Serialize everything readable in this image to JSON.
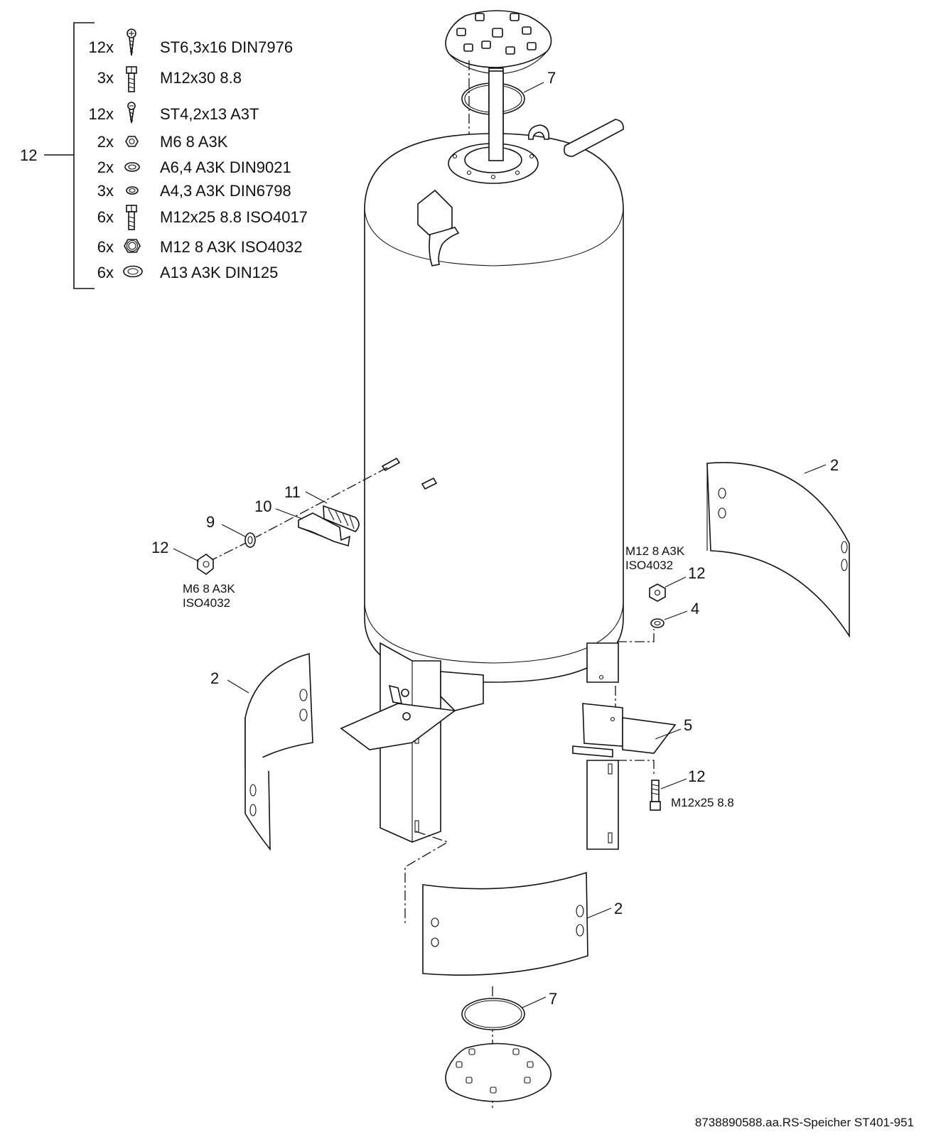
{
  "parts_list": {
    "group_label": "12",
    "rows": [
      {
        "qty": "12x",
        "icon": "screw-icon",
        "spec": "ST6,3x16 DIN7976"
      },
      {
        "qty": "3x",
        "icon": "bolt-icon",
        "spec": "M12x30 8.8"
      },
      {
        "qty": "12x",
        "icon": "screw-icon",
        "spec": "ST4,2x13 A3T"
      },
      {
        "qty": "2x",
        "icon": "nut-icon",
        "spec": "M6 8 A3K"
      },
      {
        "qty": "2x",
        "icon": "washer-icon",
        "spec": "A6,4 A3K DIN9021"
      },
      {
        "qty": "3x",
        "icon": "washer-icon",
        "spec": "A4,3 A3K DIN6798"
      },
      {
        "qty": "6x",
        "icon": "bolt-icon",
        "spec": "M12x25 8.8 ISO4017"
      },
      {
        "qty": "6x",
        "icon": "nut-icon",
        "spec": "M12 8 A3K ISO4032"
      },
      {
        "qty": "6x",
        "icon": "washer-icon",
        "spec": "A13 A3K DIN125"
      }
    ]
  },
  "callouts": {
    "top_flange_gasket": "7",
    "right_panel": "2",
    "left_panel": "2",
    "bottom_panel": "2",
    "foot_plate": "5",
    "washer_right": "4",
    "nut_right": "12",
    "bolt_right": "12",
    "clip": "10",
    "spring": "11",
    "washer_left": "9",
    "nut_left": "12",
    "bottom_gasket": "7"
  },
  "annotations": {
    "nut_left_line1": "M6 8 A3K",
    "nut_left_line2": "ISO4032",
    "nut_right_line1": "M12 8 A3K",
    "nut_right_line2": "ISO4032",
    "bolt_right": "M12x25 8.8"
  },
  "footer": "8738890588.aa.RS-Speicher ST401-951"
}
